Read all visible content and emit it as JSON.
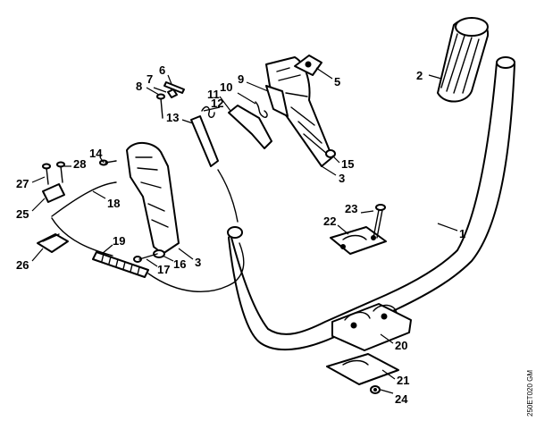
{
  "callouts": [
    "1",
    "2",
    "3",
    "3",
    "5",
    "6",
    "7",
    "8",
    "9",
    "10",
    "11",
    "12",
    "13",
    "14",
    "15",
    "16",
    "17",
    "18",
    "19",
    "20",
    "21",
    "22",
    "23",
    "24",
    "25",
    "26",
    "27",
    "28"
  ],
  "drawing_code": "250ET020 GM",
  "colors": {
    "line": "#000000",
    "background": "#ffffff"
  }
}
